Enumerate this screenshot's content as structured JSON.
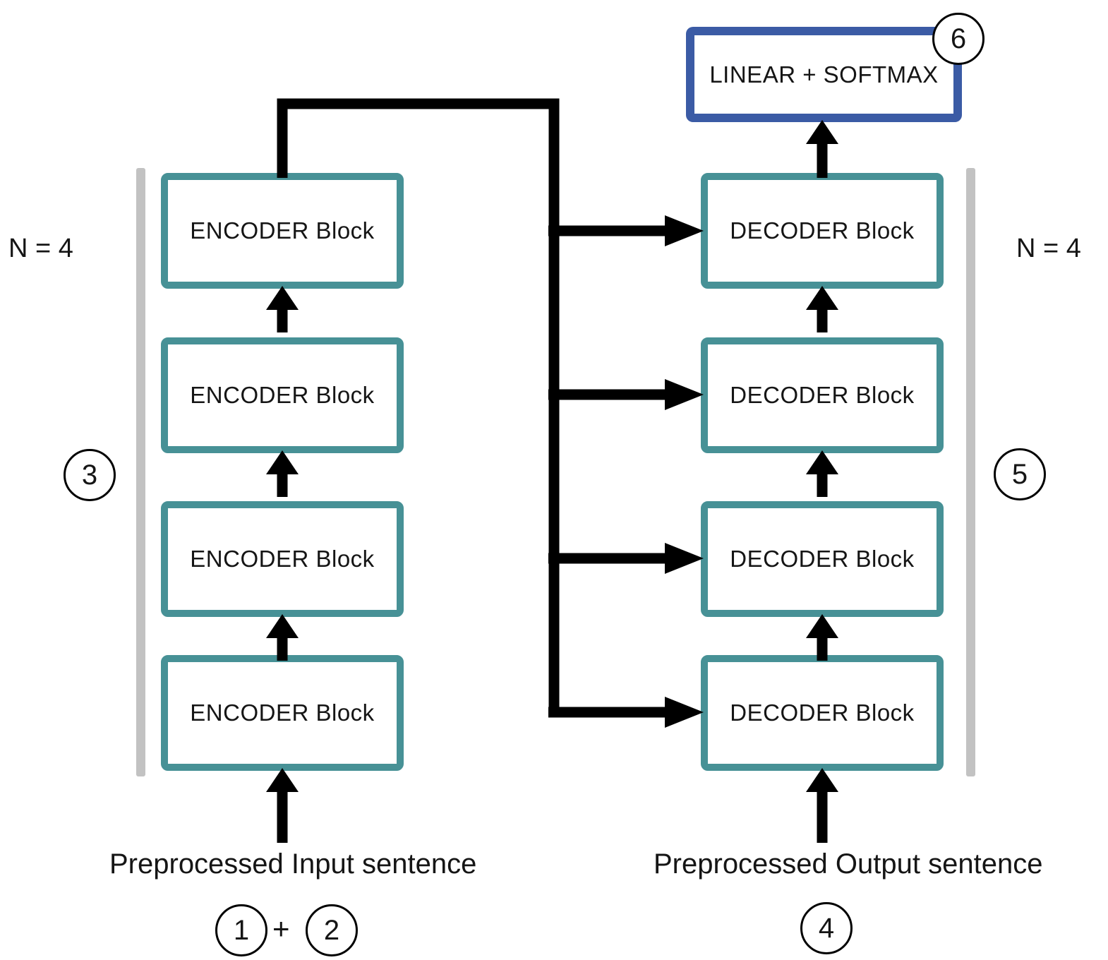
{
  "diagram": {
    "encoder_label": "ENCODER Block",
    "decoder_label": "DECODER Block",
    "output_head_label": "LINEAR + SOFTMAX",
    "left_stack_count": "N = 4",
    "right_stack_count": "N = 4",
    "input_caption": "Preprocessed Input sentence",
    "output_caption": "Preprocessed Output sentence",
    "markers": {
      "m1": "1",
      "m2": "2",
      "m3": "3",
      "m4": "4",
      "m5": "5",
      "m6": "6",
      "plus": "+"
    }
  },
  "colors": {
    "teal": "#479196",
    "blue": "#3B5BA5",
    "gray_bar": "#C2C2C2",
    "arrow": "#000000",
    "text": "#151515"
  }
}
